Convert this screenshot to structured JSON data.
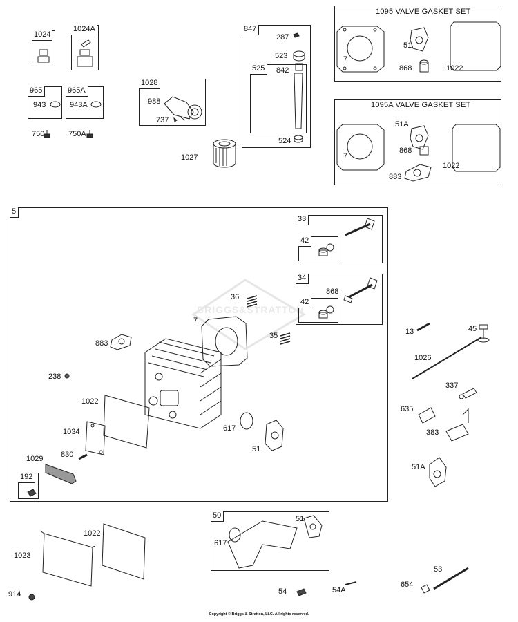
{
  "kits": {
    "valve_gasket_set": "1095 VALVE GASKET SET",
    "valve_gasket_set_a": "1095A VALVE GASKET SET"
  },
  "boxes": {
    "b1024": "1024",
    "b1024a": "1024A",
    "b965": "965",
    "b965a": "965A",
    "b1028": "1028",
    "b847": "847",
    "b525": "525",
    "b5": "5",
    "b33": "33",
    "b42a": "42",
    "b34": "34",
    "b42b": "42",
    "b192": "192",
    "b50": "50"
  },
  "parts": {
    "p943": "943",
    "p943a": "943A",
    "p750": "750",
    "p750a": "750A",
    "p988": "988",
    "p737": "737",
    "p1027": "1027",
    "p287": "287",
    "p523": "523",
    "p842": "842",
    "p524": "524",
    "k1_7": "7",
    "k1_51": "51",
    "k1_868": "868",
    "k1_1022": "1022",
    "k2_7": "7",
    "k2_51a": "51A",
    "k2_868": "868",
    "k2_883": "883",
    "k2_1022": "1022",
    "h868": "868",
    "h36": "36",
    "h7": "7",
    "h35": "35",
    "h883": "883",
    "h238": "238",
    "h1022": "1022",
    "h1034": "1034",
    "h617": "617",
    "h51": "51",
    "h830": "830",
    "h1029": "1029",
    "r13": "13",
    "r45": "45",
    "r1026": "1026",
    "r337": "337",
    "r635": "635",
    "r383": "383",
    "r51a": "51A",
    "v1022": "1022",
    "v1023": "1023",
    "v914": "914",
    "i617": "617",
    "i51": "51",
    "i54": "54",
    "i54a": "54A",
    "i654": "654",
    "i53": "53"
  },
  "watermark": "BRIGGS&STRATTON",
  "copyright": "Copyright © Briggs & Stratton, LLC. All rights reserved."
}
